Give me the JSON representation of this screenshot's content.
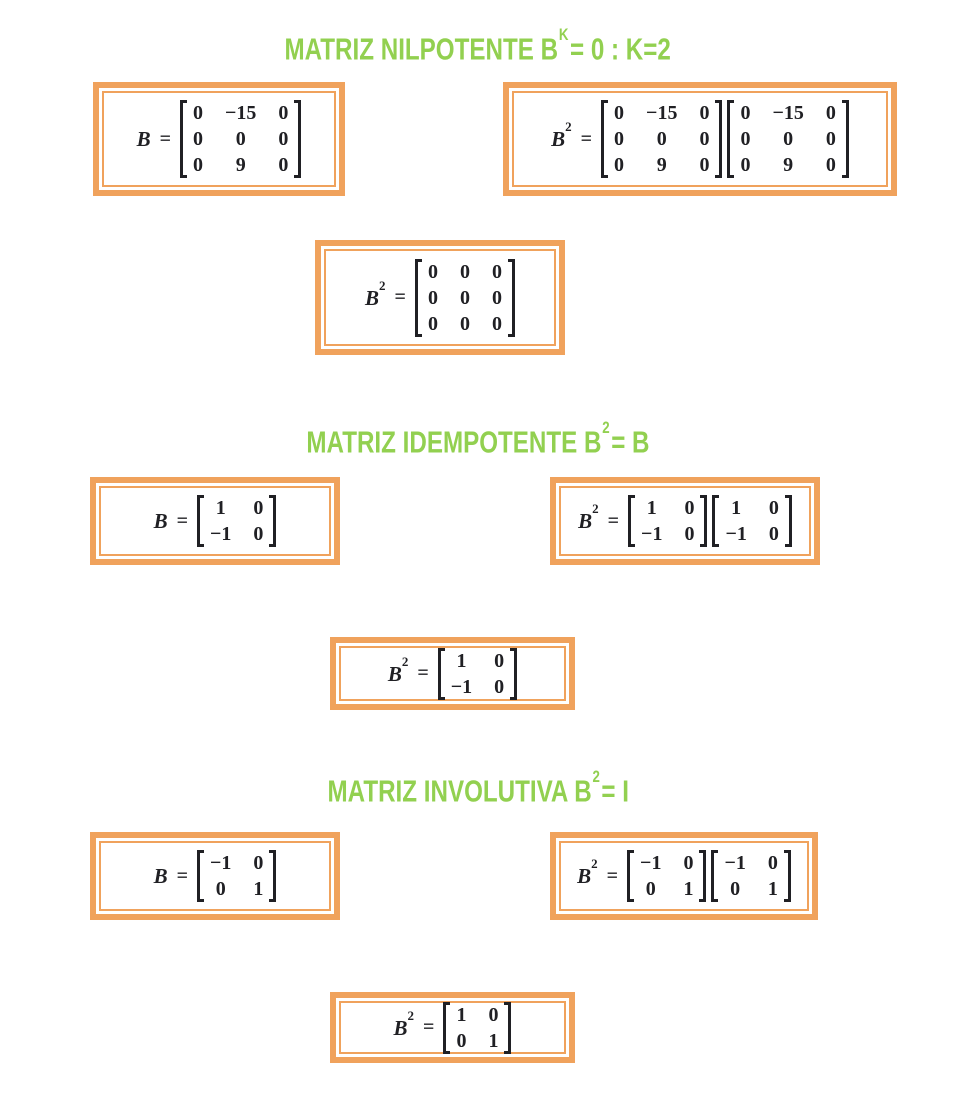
{
  "symbols": {
    "equals": "="
  },
  "colors": {
    "heading": "#92D050",
    "border": "#F0A25C",
    "math": "#202024"
  },
  "sections": [
    {
      "heading": {
        "prefix": "MATRIZ NILPOTENTE B",
        "sup": "K",
        "suffix": "= 0 : K=2"
      },
      "boxes": [
        {
          "label_base": "B",
          "label_sup": "",
          "matrices": [
            [
              [
                "0",
                "−15",
                "0"
              ],
              [
                "0",
                "0",
                "0"
              ],
              [
                "0",
                "9",
                "0"
              ]
            ]
          ]
        },
        {
          "label_base": "B",
          "label_sup": "2",
          "matrices": [
            [
              [
                "0",
                "−15",
                "0"
              ],
              [
                "0",
                "0",
                "0"
              ],
              [
                "0",
                "9",
                "0"
              ]
            ],
            [
              [
                "0",
                "−15",
                "0"
              ],
              [
                "0",
                "0",
                "0"
              ],
              [
                "0",
                "9",
                "0"
              ]
            ]
          ]
        },
        {
          "label_base": "B",
          "label_sup": "2",
          "matrices": [
            [
              [
                "0",
                "0",
                "0"
              ],
              [
                "0",
                "0",
                "0"
              ],
              [
                "0",
                "0",
                "0"
              ]
            ]
          ]
        }
      ]
    },
    {
      "heading": {
        "prefix": "MATRIZ IDEMPOTENTE B",
        "sup": "2",
        "suffix": "= B"
      },
      "boxes": [
        {
          "label_base": "B",
          "label_sup": "",
          "matrices": [
            [
              [
                "1",
                "0"
              ],
              [
                "−1",
                "0"
              ]
            ]
          ]
        },
        {
          "label_base": "B",
          "label_sup": "2",
          "matrices": [
            [
              [
                "1",
                "0"
              ],
              [
                "−1",
                "0"
              ]
            ],
            [
              [
                "1",
                "0"
              ],
              [
                "−1",
                "0"
              ]
            ]
          ]
        },
        {
          "label_base": "B",
          "label_sup": "2",
          "matrices": [
            [
              [
                "1",
                "0"
              ],
              [
                "−1",
                "0"
              ]
            ]
          ]
        }
      ]
    },
    {
      "heading": {
        "prefix": "MATRIZ INVOLUTIVA B",
        "sup": "2",
        "suffix": "= I"
      },
      "boxes": [
        {
          "label_base": "B",
          "label_sup": "",
          "matrices": [
            [
              [
                "−1",
                "0"
              ],
              [
                "0",
                "1"
              ]
            ]
          ]
        },
        {
          "label_base": "B",
          "label_sup": "2",
          "matrices": [
            [
              [
                "−1",
                "0"
              ],
              [
                "0",
                "1"
              ]
            ],
            [
              [
                "−1",
                "0"
              ],
              [
                "0",
                "1"
              ]
            ]
          ]
        },
        {
          "label_base": "B",
          "label_sup": "2",
          "matrices": [
            [
              [
                "1",
                "0"
              ],
              [
                "0",
                "1"
              ]
            ]
          ]
        }
      ]
    }
  ]
}
